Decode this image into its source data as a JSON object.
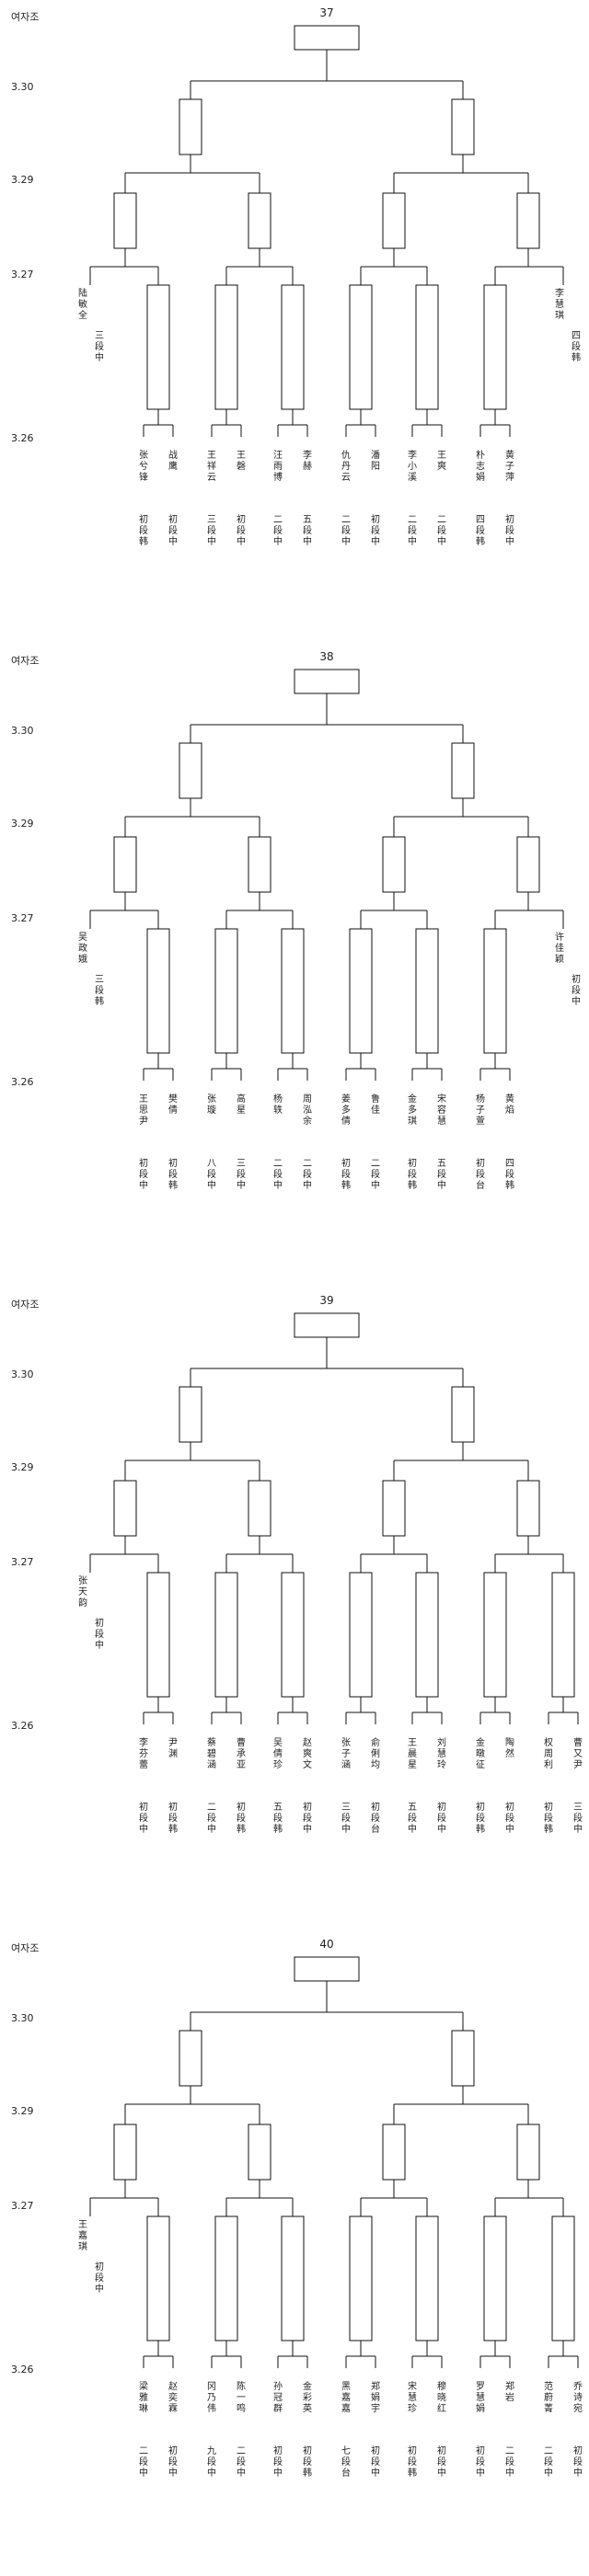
{
  "group_label": "여자조",
  "dates": {
    "d330": "3.30",
    "d329": "3.29",
    "d327": "3.27",
    "d326": "3.26"
  },
  "brackets": [
    {
      "number": "37",
      "left_bye": {
        "name": "陆敏全",
        "rank": "三段中"
      },
      "right_bye": {
        "name": "李慧琪",
        "rank": "四段韩"
      },
      "players": [
        {
          "name": "张兮锋",
          "rank": "初段韩"
        },
        {
          "name": "战鹰",
          "rank": "初段中"
        },
        {
          "name": "王祥云",
          "rank": "三段中"
        },
        {
          "name": "王磬",
          "rank": "初段中"
        },
        {
          "name": "汪雨博",
          "rank": "二段中"
        },
        {
          "name": "李赫",
          "rank": "五段中"
        },
        {
          "name": "仇丹云",
          "rank": "二段中"
        },
        {
          "name": "潘阳",
          "rank": "初段中"
        },
        {
          "name": "李小溪",
          "rank": "二段中"
        },
        {
          "name": "王爽",
          "rank": "二段中"
        },
        {
          "name": "朴志娟",
          "rank": "四段韩"
        },
        {
          "name": "黄子萍",
          "rank": "初段中"
        }
      ]
    },
    {
      "number": "38",
      "left_bye": {
        "name": "吴政娥",
        "rank": "三段韩"
      },
      "right_bye": {
        "name": "许佳颖",
        "rank": "初段中"
      },
      "players": [
        {
          "name": "王思尹",
          "rank": "初段中"
        },
        {
          "name": "樊倩",
          "rank": "初段韩"
        },
        {
          "name": "张璇",
          "rank": "八段中"
        },
        {
          "name": "高星",
          "rank": "三段中"
        },
        {
          "name": "杨轶",
          "rank": "二段中"
        },
        {
          "name": "周泓余",
          "rank": "二段中"
        },
        {
          "name": "姜多倩",
          "rank": "初段韩"
        },
        {
          "name": "鲁佳",
          "rank": "二段中"
        },
        {
          "name": "金多琪",
          "rank": "初段韩"
        },
        {
          "name": "宋容慧",
          "rank": "五段中"
        },
        {
          "name": "杨子萱",
          "rank": "初段台"
        },
        {
          "name": "黄焰",
          "rank": "四段韩"
        }
      ]
    },
    {
      "number": "39",
      "left_bye": {
        "name": "张天韵",
        "rank": "初段中"
      },
      "right_bye": null,
      "players": [
        {
          "name": "李芬蕾",
          "rank": "初段中"
        },
        {
          "name": "尹渊",
          "rank": "初段韩"
        },
        {
          "name": "蔡碧涵",
          "rank": "二段中"
        },
        {
          "name": "曹承亚",
          "rank": "初段韩"
        },
        {
          "name": "吴倩珍",
          "rank": "五段韩"
        },
        {
          "name": "赵爽文",
          "rank": "初段中"
        },
        {
          "name": "张子涵",
          "rank": "三段中"
        },
        {
          "name": "俞俐均",
          "rank": "初段台"
        },
        {
          "name": "王晨星",
          "rank": "五段中"
        },
        {
          "name": "刘慧玲",
          "rank": "初段中"
        },
        {
          "name": "金暾征",
          "rank": "初段韩"
        },
        {
          "name": "陶然",
          "rank": "初段中"
        },
        {
          "name": "权周利",
          "rank": "初段韩"
        },
        {
          "name": "曹又尹",
          "rank": "三段中"
        }
      ]
    },
    {
      "number": "40",
      "left_bye": {
        "name": "王嘉琪",
        "rank": "初段中"
      },
      "right_bye": null,
      "players": [
        {
          "name": "梁雅琳",
          "rank": "二段中"
        },
        {
          "name": "赵奕霖",
          "rank": "初段中"
        },
        {
          "name": "冈乃伟",
          "rank": "九段中"
        },
        {
          "name": "陈一鸣",
          "rank": "二段中"
        },
        {
          "name": "孙冠群",
          "rank": "初段中"
        },
        {
          "name": "金彩英",
          "rank": "初段韩"
        },
        {
          "name": "黑嘉嘉",
          "rank": "七段台"
        },
        {
          "name": "郑娟宇",
          "rank": "初段中"
        },
        {
          "name": "宋慧珍",
          "rank": "初段韩"
        },
        {
          "name": "穆晓红",
          "rank": "初段中"
        },
        {
          "name": "罗慧娟",
          "rank": "初段中"
        },
        {
          "name": "郑岩",
          "rank": "二段中"
        },
        {
          "name": "范蔚菁",
          "rank": "二段中"
        },
        {
          "name": "乔诗宛",
          "rank": "初段中"
        }
      ]
    }
  ]
}
